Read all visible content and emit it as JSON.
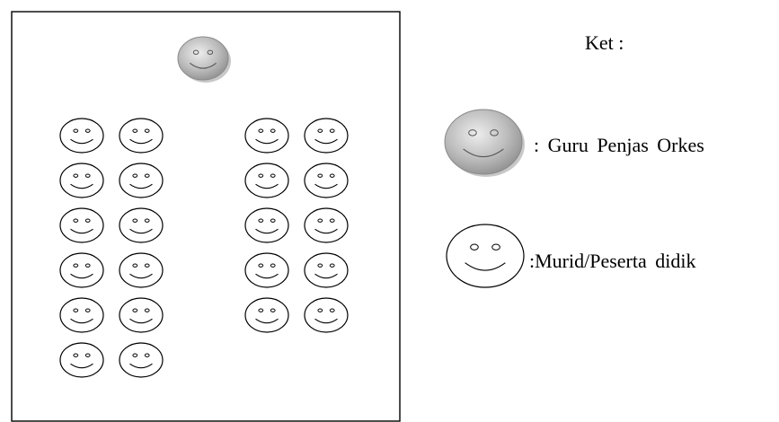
{
  "legend": {
    "title": "Ket :",
    "teacher_label": ": Guru Penjas Orkes",
    "student_label": ":Murid/Peserta  didik"
  },
  "formation": {
    "teacher_count": 1,
    "student_groups": [
      {
        "side": "left",
        "rows": 6,
        "students_per_row": 2
      },
      {
        "side": "right",
        "rows": 5,
        "students_per_row": 2
      }
    ]
  },
  "colors": {
    "teacher_face": "#a6a6a6",
    "student_face": "#ffffff",
    "outline": "#000000"
  }
}
